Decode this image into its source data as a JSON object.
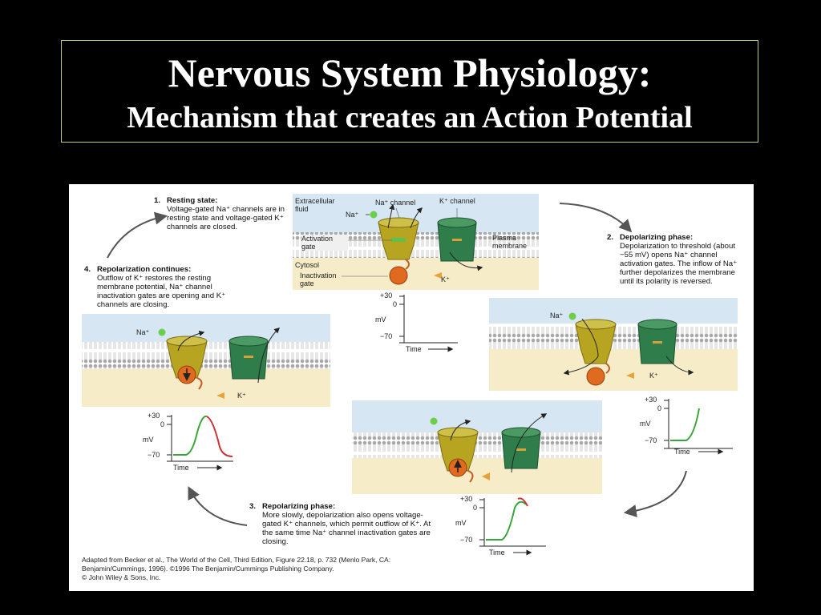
{
  "title": {
    "line1": "Nervous System Physiology:",
    "line2": "Mechanism that creates an Action Potential"
  },
  "steps": {
    "s1": {
      "num": "1.",
      "heading": "Resting state:",
      "body": "Voltage-gated Na⁺ channels are in resting state and voltage-gated K⁺ channels are closed."
    },
    "s2": {
      "num": "2.",
      "heading": "Depolarizing phase:",
      "body": "Depolarization to threshold (about −55 mV) opens Na⁺ channel activation gates. The inflow of Na⁺ further depolarizes the membrane until its polarity is reversed."
    },
    "s3": {
      "num": "3.",
      "heading": "Repolarizing phase:",
      "body": "More slowly, depolarization also opens voltage-gated K⁺ channels, which permit outflow of K⁺. At the same time Na⁺ channel inactivation gates are closing."
    },
    "s4": {
      "num": "4.",
      "heading": "Repolarization continues:",
      "body": "Outflow of K⁺ restores the resting membrane potential, Na⁺ channel inactivation gates are opening and K⁺ channels are closing."
    }
  },
  "labels": {
    "extracellular": "Extracellular fluid",
    "na_channel": "Na⁺ channel",
    "k_channel": "K⁺ channel",
    "na_ion": "Na⁺",
    "k_ion": "K⁺",
    "activation_gate": "Activation gate",
    "plasma_membrane": "Plasma membrane",
    "cytosol": "Cytosol",
    "inactivation_gate": "Inactivation gate"
  },
  "graph": {
    "y_top": "+30",
    "y_zero": "0",
    "y_unit": "mV",
    "y_bottom": "−70",
    "x_label": "Time"
  },
  "credit": {
    "line1": "Adapted from Becker et al., The World of the Cell, Third Edition, Figure 22.18, p. 732 (Menlo Park, CA: Benjamin/Cummings, 1996). ©1996 The Benjamin/Cummings Publishing Company.",
    "line2": "© John Wiley & Sons, Inc."
  },
  "colors": {
    "extracellular": "#d6e6f2",
    "cytosol": "#f6ecc8",
    "na_channel": "#b7a521",
    "k_channel": "#2f7d4a",
    "inactivation_ball": "#e06a20",
    "na_ion": "#6ccf4a",
    "graph_rise": "#3aa63a",
    "graph_fall": "#cc3333",
    "arrow": "#555555"
  }
}
